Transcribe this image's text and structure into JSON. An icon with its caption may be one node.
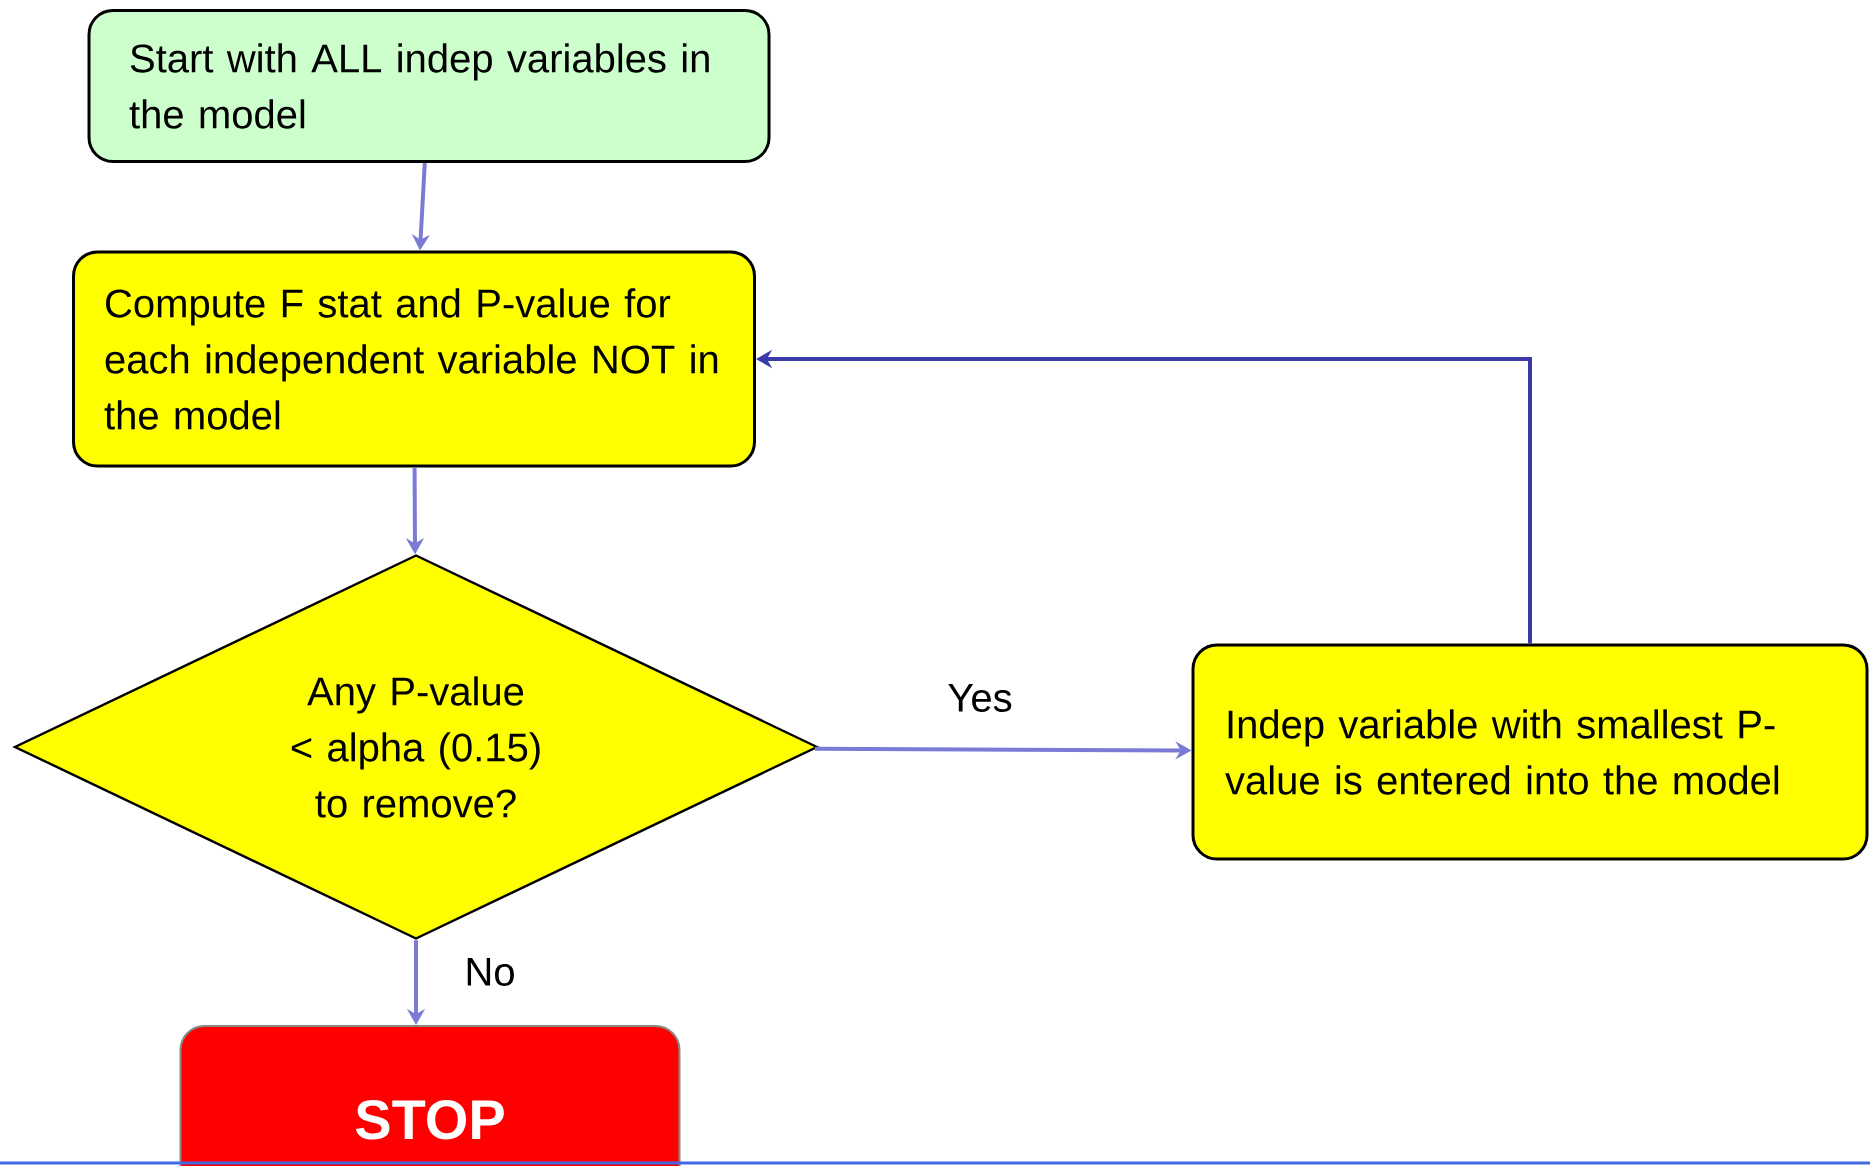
{
  "diagram": {
    "nodes": [
      {
        "text": [
          "Start with ALL indep variables in the model"
        ]
      },
      {
        "text": [
          "Compute F stat and P-value for each independent variable NOT in the model"
        ]
      },
      {
        "text": [
          "Any P-value < alpha (0.15) to remove?"
        ]
      },
      {
        "text": [
          "Indep variable with smallest P-value is entered into the model"
        ]
      },
      {
        "text": [
          "STOP"
        ]
      }
    ],
    "edges": [
      {
        "from": 0,
        "to": 1,
        "arrow": "to"
      },
      {
        "from": 1,
        "to": 2,
        "arrow": "to"
      },
      {
        "from": 2,
        "to": 3,
        "arrow": "to",
        "label": "Yes"
      },
      {
        "from": 2,
        "to": 4,
        "arrow": "to",
        "label": "No"
      },
      {
        "from": 3,
        "to": 1,
        "arrow": "to",
        "color": "#3a3aa8"
      }
    ]
  }
}
